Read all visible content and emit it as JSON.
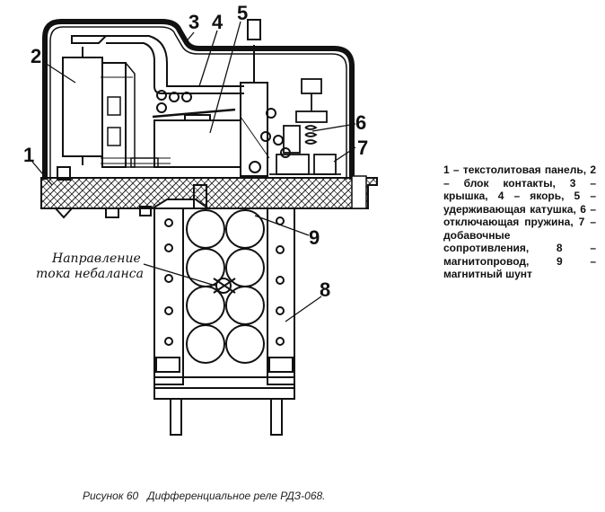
{
  "figure": {
    "callouts": [
      "1",
      "2",
      "3",
      "4",
      "5",
      "6",
      "7",
      "8",
      "9"
    ],
    "annotation_line1": "Направление",
    "annotation_line2": "тока небаланса"
  },
  "legend": "1 – текстолитовая панель, 2 – блок контакты, 3 – крышка, 4 – якорь, 5 – удерживающая катушка, 6 – отключающая пружина, 7 – добавочные сопротивления, 8 – магнитопровод, 9 – магнитный шунт",
  "caption": "Рисунок 60   Дифференциальное реле РДЗ-068."
}
